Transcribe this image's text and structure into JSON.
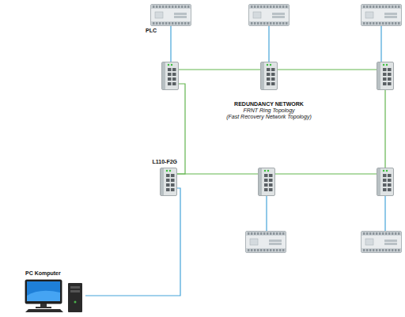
{
  "diagram": {
    "nodes": [
      {
        "text": [
          "PLC"
        ]
      },
      {
        "text": []
      },
      {
        "text": []
      },
      {
        "text": []
      },
      {
        "text": []
      },
      {
        "text": []
      },
      {
        "text": [
          "L110-F2G"
        ]
      },
      {
        "text": []
      },
      {
        "text": []
      },
      {
        "text": []
      },
      {
        "text": []
      },
      {
        "text": [
          "PC Komputer"
        ]
      }
    ],
    "edges": [
      {
        "from": 0,
        "to": 3,
        "arrow": "none"
      },
      {
        "from": 1,
        "to": 4,
        "arrow": "none"
      },
      {
        "from": 2,
        "to": 5,
        "arrow": "none"
      },
      {
        "from": 3,
        "to": 4,
        "arrow": "none"
      },
      {
        "from": 4,
        "to": 5,
        "arrow": "none"
      },
      {
        "from": 5,
        "to": 8,
        "arrow": "none"
      },
      {
        "from": 8,
        "to": 7,
        "arrow": "none"
      },
      {
        "from": 7,
        "to": 6,
        "arrow": "none"
      },
      {
        "from": 6,
        "to": 3,
        "arrow": "none"
      },
      {
        "from": 7,
        "to": 9,
        "arrow": "none"
      },
      {
        "from": 8,
        "to": 10,
        "arrow": "none"
      },
      {
        "from": 6,
        "to": 11,
        "arrow": "none"
      }
    ],
    "labels": [
      "REDUNDANCY NETWORK",
      "FRNT Ring Topology",
      "(Fast Recovery Network Topology)"
    ]
  }
}
